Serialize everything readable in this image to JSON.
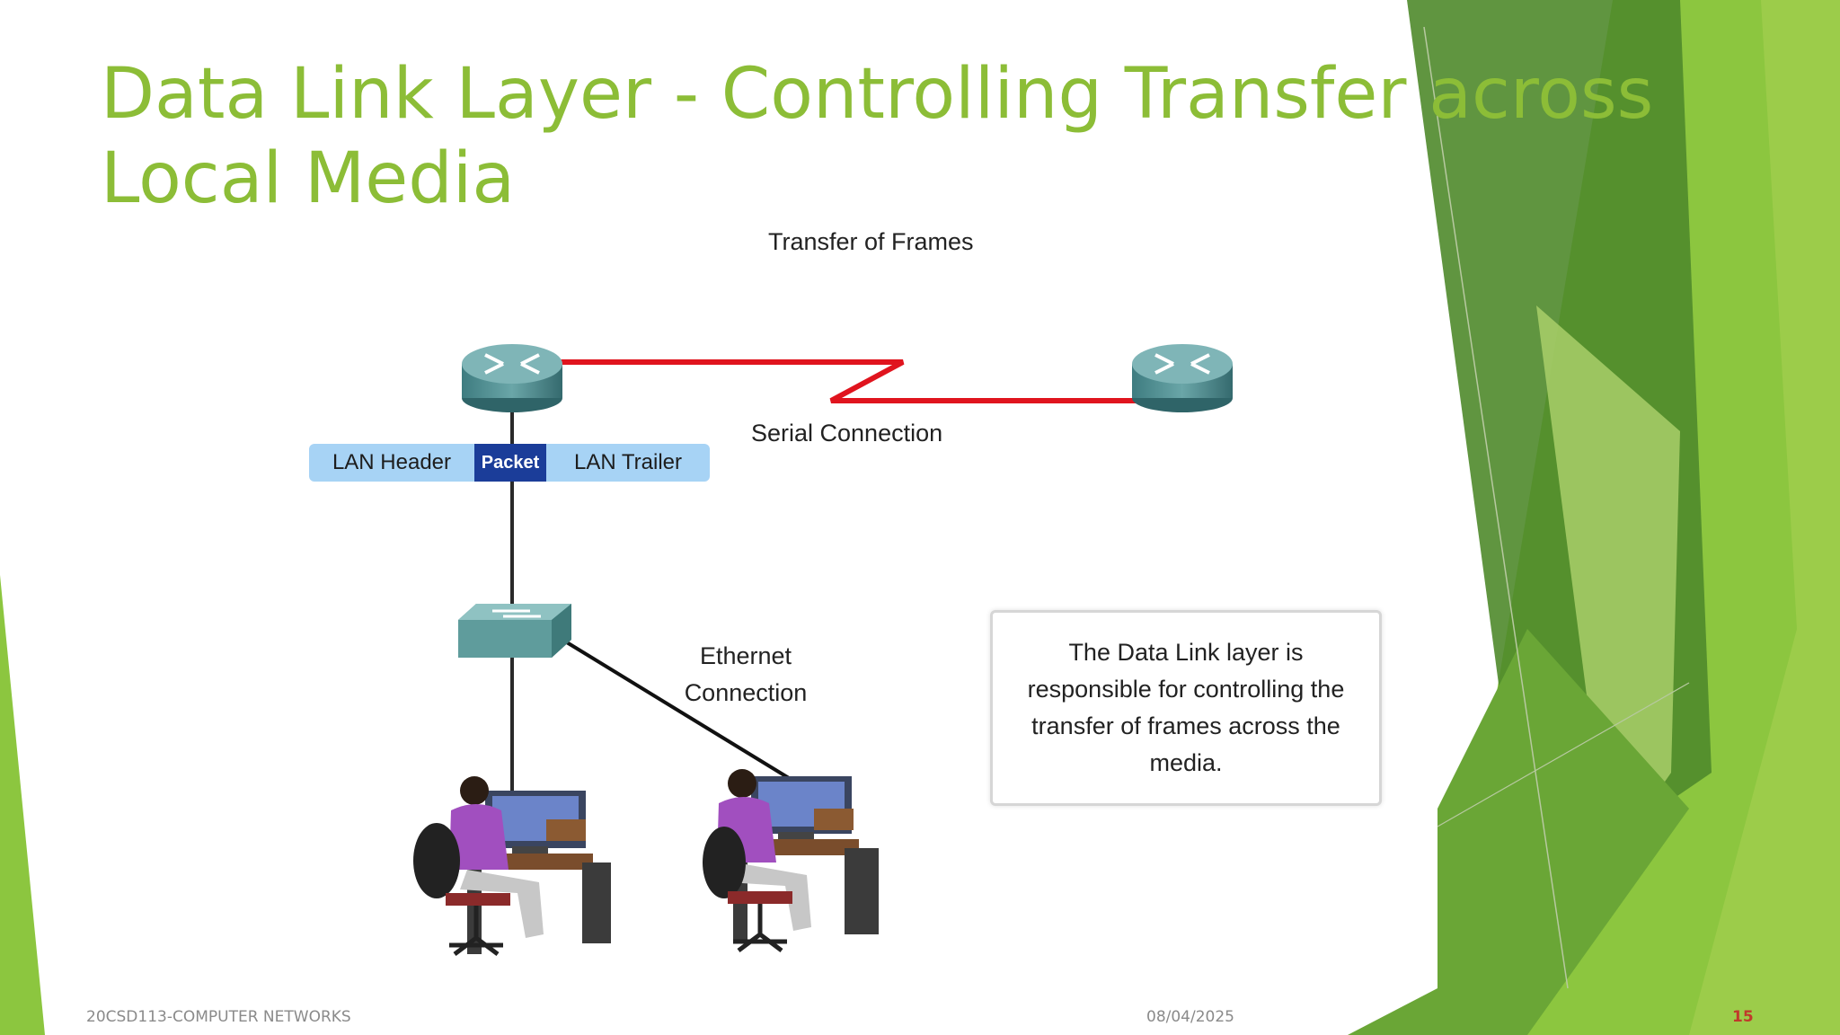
{
  "slide": {
    "title": "Data Link Layer - Controlling Transfer across Local Media"
  },
  "diagram": {
    "heading": "Transfer of Frames",
    "serial_label": "Serial Connection",
    "ethernet_label_line1": "Ethernet",
    "ethernet_label_line2": "Connection",
    "frame": {
      "header": "LAN Header",
      "packet": "Packet",
      "trailer": "LAN Trailer"
    },
    "callout": "The Data Link layer is responsible for controlling the transfer of frames across the media."
  },
  "footer": {
    "course": "20CSD113-COMPUTER NETWORKS",
    "date": "08/04/2025",
    "page_number": "15"
  },
  "colors": {
    "title": "#8cbd37",
    "accent_green": "#8cc63f",
    "dark_green": "#4f8a2b",
    "serial_line": "#e0141e",
    "packet": "#1b3d99",
    "lan_segment": "#a7d3f5",
    "page_number": "#c0392b"
  },
  "icons": [
    "router-icon",
    "switch-icon",
    "workstation-icon"
  ]
}
